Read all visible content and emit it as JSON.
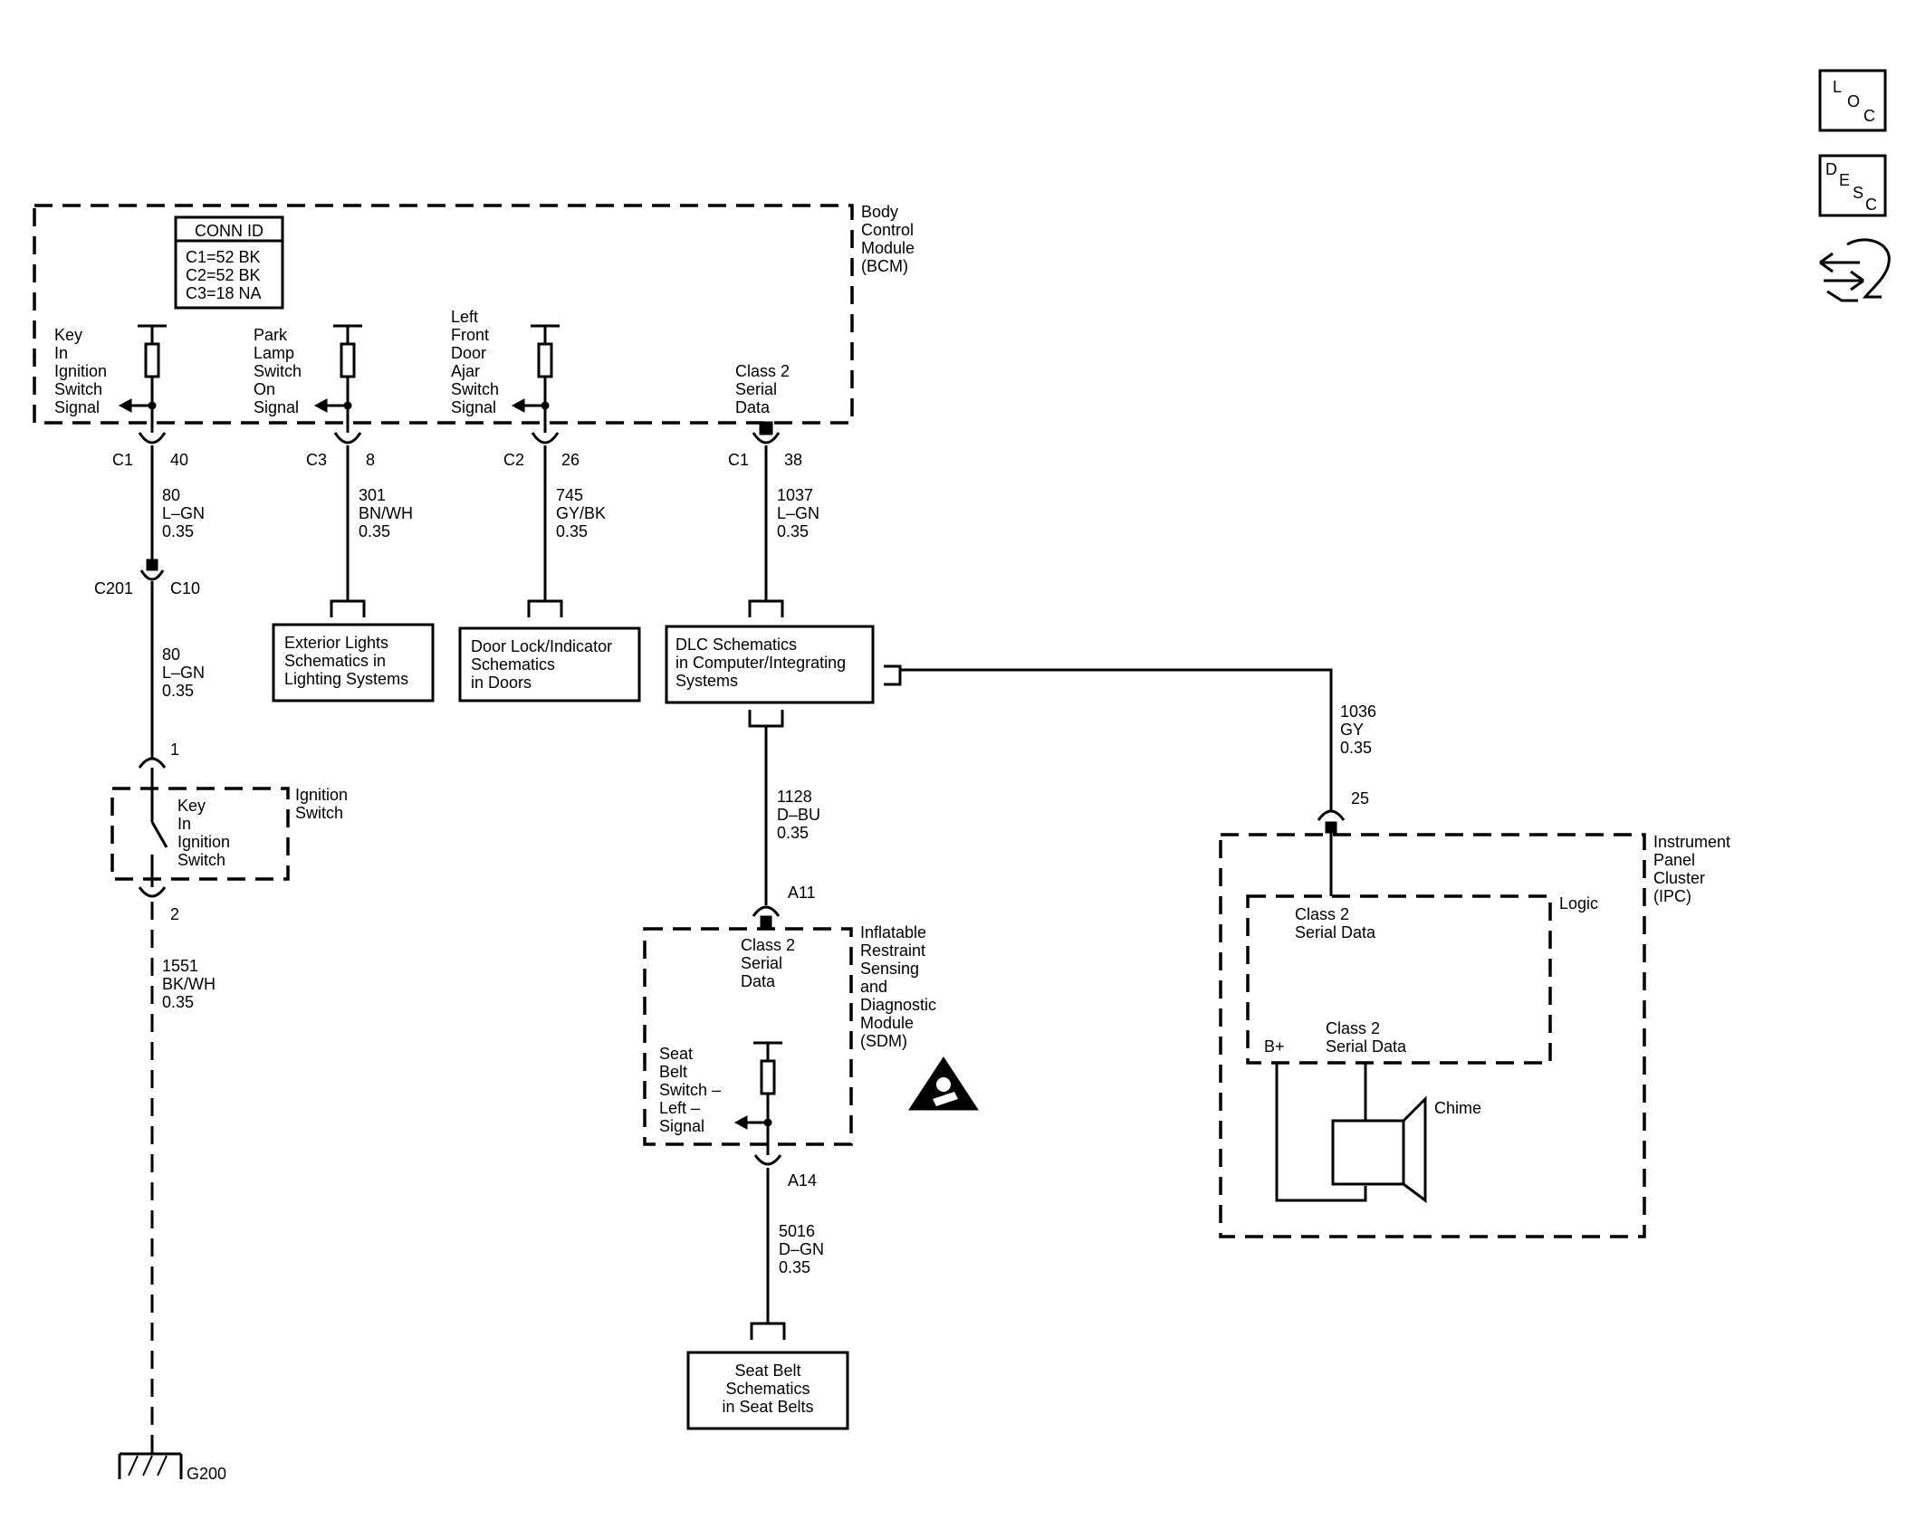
{
  "icons": {
    "loc": [
      "L",
      "O",
      "C"
    ],
    "desc": [
      "D",
      "E",
      "S",
      "C"
    ]
  },
  "bcm": {
    "name": [
      "Body",
      "Control",
      "Module",
      "(BCM)"
    ],
    "conn_id": {
      "title": "CONN ID",
      "rows": [
        "C1=52 BK",
        "C2=52 BK",
        "C3=18 NA"
      ]
    },
    "signals": [
      [
        "Key",
        "In",
        "Ignition",
        "Switch",
        "Signal"
      ],
      [
        "Park",
        "Lamp",
        "Switch",
        "On",
        "Signal"
      ],
      [
        "Left",
        "Front",
        "Door",
        "Ajar",
        "Switch",
        "Signal"
      ],
      [
        "Class 2",
        "Serial",
        "Data"
      ]
    ]
  },
  "connectors": {
    "bcm_c1_40": [
      "C1",
      "40"
    ],
    "bcm_c3_8": [
      "C3",
      "8"
    ],
    "bcm_c2_26": [
      "C2",
      "26"
    ],
    "bcm_c1_38": [
      "C1",
      "38"
    ],
    "c201": [
      "C201",
      "C10"
    ],
    "ign_pin1": "1",
    "ign_pin2": "2",
    "sdm_a11": "A11",
    "sdm_a14": "A14",
    "ipc_25": "25"
  },
  "wires": {
    "w80a": [
      "80",
      "L–GN",
      "0.35"
    ],
    "w301": [
      "301",
      "BN/WH",
      "0.35"
    ],
    "w745": [
      "745",
      "GY/BK",
      "0.35"
    ],
    "w1037": [
      "1037",
      "L–GN",
      "0.35"
    ],
    "w80b": [
      "80",
      "L–GN",
      "0.35"
    ],
    "w1551": [
      "1551",
      "BK/WH",
      "0.35"
    ],
    "w1128": [
      "1128",
      "D–BU",
      "0.35"
    ],
    "w5016": [
      "5016",
      "D–GN",
      "0.35"
    ],
    "w1036": [
      "1036",
      "GY",
      "0.35"
    ]
  },
  "references": {
    "exterior_lights": [
      "Exterior Lights",
      "Schematics in",
      "Lighting Systems"
    ],
    "door_lock": [
      "Door Lock/Indicator",
      "Schematics",
      "in Doors"
    ],
    "dlc": [
      "DLC Schematics",
      "in Computer/Integrating",
      "Systems"
    ],
    "seat_belt": [
      "Seat Belt",
      "Schematics",
      "in Seat Belts"
    ]
  },
  "ignition_switch": {
    "name": [
      "Ignition",
      "Switch"
    ],
    "inner": [
      "Key",
      "In",
      "Ignition",
      "Switch"
    ]
  },
  "sdm": {
    "name": [
      "Inflatable",
      "Restraint",
      "Sensing",
      "and",
      "Diagnostic",
      "Module",
      "(SDM)"
    ],
    "serial": [
      "Class 2",
      "Serial",
      "Data"
    ],
    "signal": [
      "Seat",
      "Belt",
      "Switch –",
      "Left –",
      "Signal"
    ]
  },
  "ipc": {
    "name": [
      "Instrument",
      "Panel",
      "Cluster",
      "(IPC)"
    ],
    "logic": "Logic",
    "serial_top": [
      "Class 2",
      "Serial Data"
    ],
    "serial_bottom": [
      "Class 2",
      "Serial Data"
    ],
    "bplus": "B+",
    "chime": "Chime"
  },
  "ground": "G200"
}
